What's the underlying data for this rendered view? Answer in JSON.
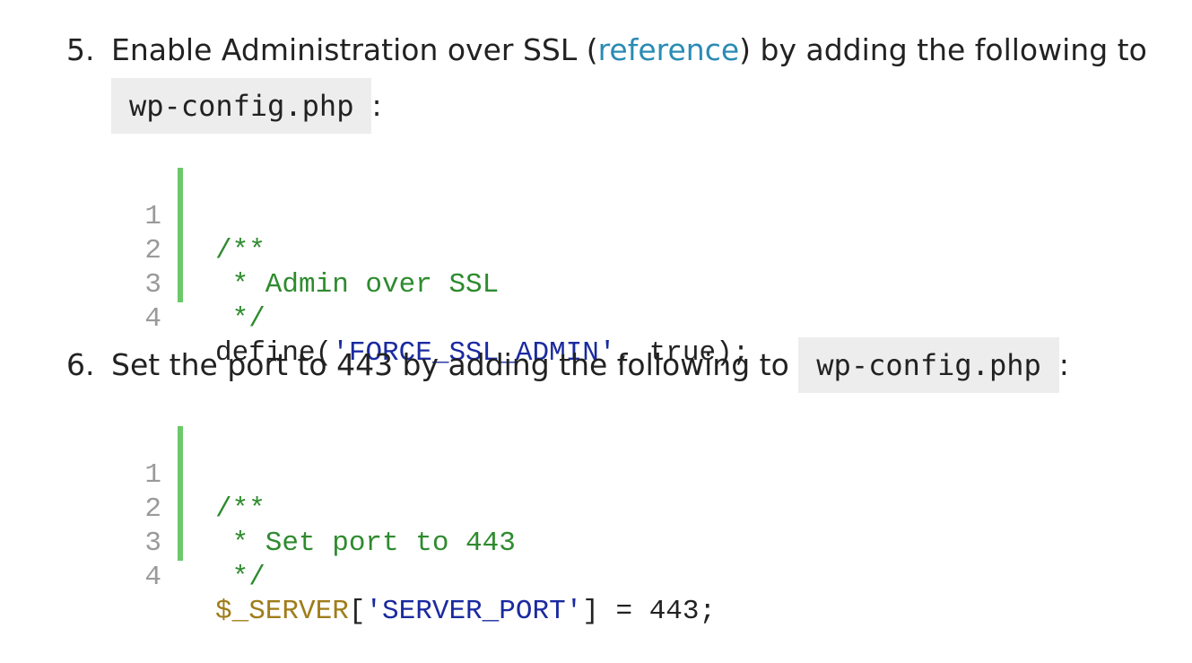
{
  "step5": {
    "number": "5.",
    "text_before_link": "Enable Administration over SSL (",
    "link_text": "reference",
    "text_after_link": ") by adding the following to ",
    "file": "wp-config.php",
    "trailing": ":",
    "code": {
      "line_numbers": [
        "1",
        "2",
        "3",
        "4"
      ],
      "line1": "/**",
      "line2": " * Admin over SSL",
      "line3": " */",
      "line4_fn": "define(",
      "line4_str": "'FORCE_SSL_ADMIN'",
      "line4_rest": ", true);"
    }
  },
  "step6": {
    "number": "6.",
    "text": "Set the port to 443 by adding the following to ",
    "file": "wp-config.php",
    "trailing": ":",
    "code": {
      "line_numbers": [
        "1",
        "2",
        "3",
        "4"
      ],
      "line1": "/**",
      "line2": " * Set port to 443",
      "line3": " */",
      "line4_var": "$_SERVER",
      "line4_open": "[",
      "line4_str": "'SERVER_PORT'",
      "line4_rest": "] = 443;"
    }
  },
  "colors": {
    "link": "#2a8bb5",
    "gutter": "#6ac96a",
    "comment": "#2e8b2e",
    "string": "#1a2aa0",
    "variable": "#a07d1a",
    "inline_code_bg": "#ededed"
  }
}
